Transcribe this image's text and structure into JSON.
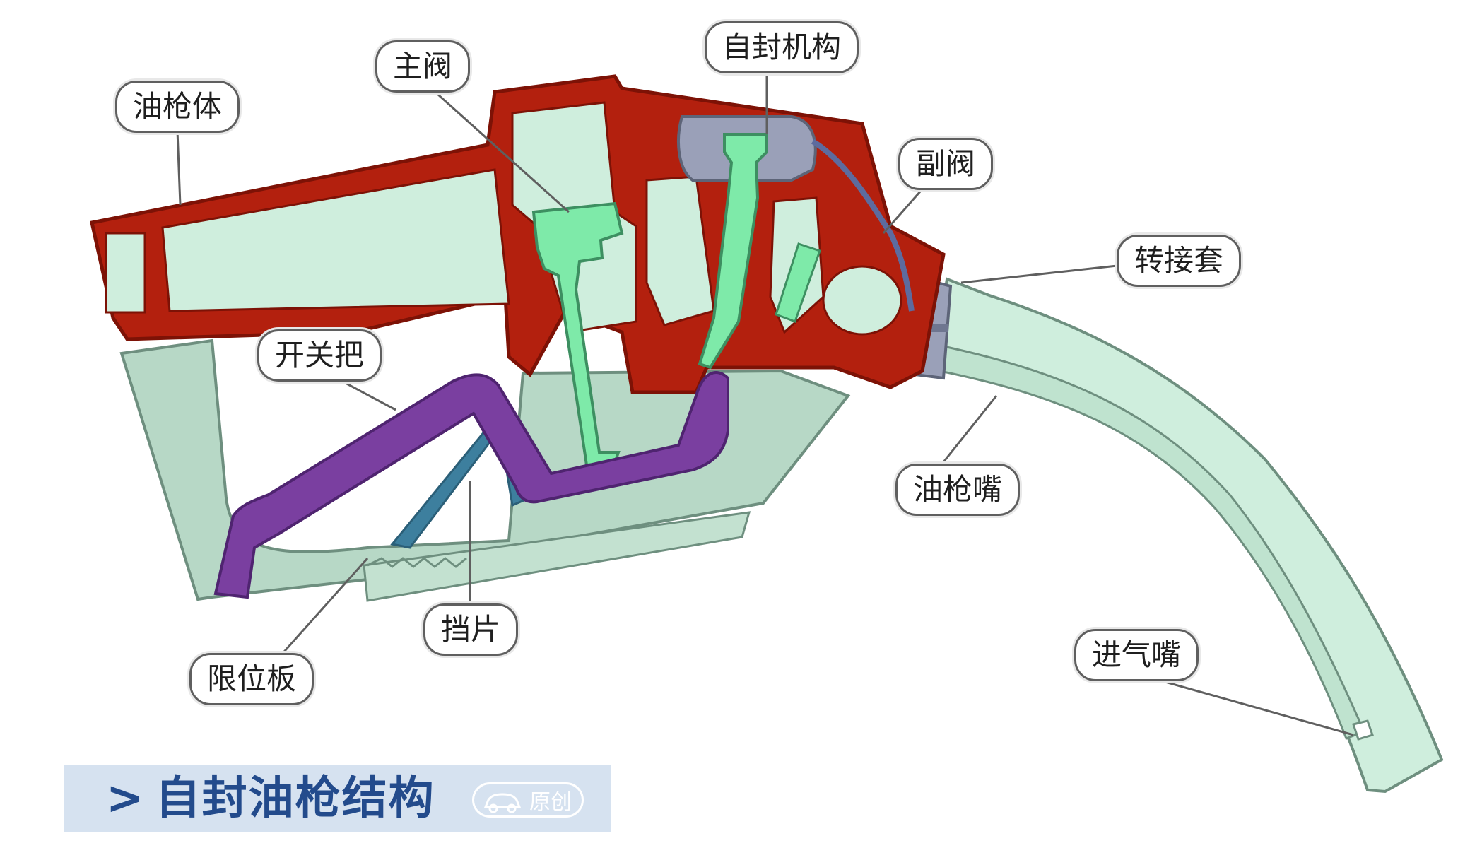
{
  "labels": {
    "gun_body": "油枪体",
    "main_valve": "主阀",
    "self_seal_mechanism": "自封机构",
    "auxiliary_valve": "副阀",
    "adapter_sleeve": "转接套",
    "switch_lever": "开关把",
    "nozzle_spout": "油枪嘴",
    "shield_plate": "挡片",
    "limit_plate": "限位板",
    "air_intake_nozzle": "进气嘴"
  },
  "caption": {
    "chevron": ">",
    "title": "自封油枪结构"
  },
  "watermark": {
    "text": "原创",
    "icon": "car-icon"
  },
  "colors": {
    "body_red": "#b3200e",
    "body_dark": "#7d1206",
    "fluid_green": "#cfeedd",
    "guard_green": "#b7d8c6",
    "valve_green": "#7eeaa9",
    "lever_purple": "#7a3fa0",
    "seal_gray": "#9aa0b8",
    "caption_bg": "#d6e2f0",
    "caption_text": "#234b8c"
  }
}
